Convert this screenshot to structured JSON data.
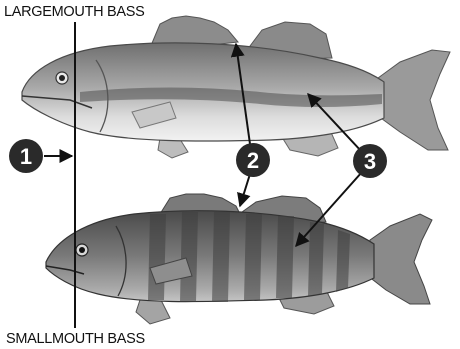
{
  "labels": {
    "top": "LARGEMOUTH BASS",
    "bottom": "SMALLMOUTH BASS"
  },
  "callouts": [
    {
      "number": "1",
      "feature": "jaw-extent-line"
    },
    {
      "number": "2",
      "feature": "dorsal-fin"
    },
    {
      "number": "3",
      "feature": "lateral-markings"
    }
  ],
  "colors": {
    "badge": "#2a2a2a",
    "line": "#111111",
    "largemouth_body": "#9a9a9a",
    "smallmouth_body": "#6e6e6e"
  }
}
